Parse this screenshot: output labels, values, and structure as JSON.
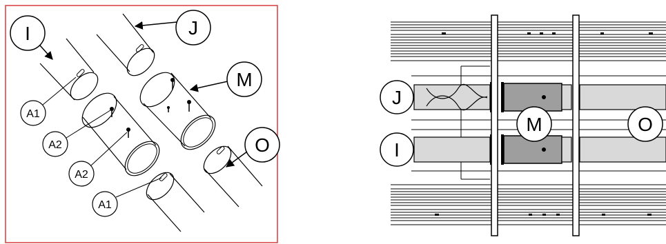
{
  "colors": {
    "frame": "#d93a3a",
    "pipe_light": "#d9d9d9",
    "pipe_dark": "#9e9e9e",
    "line": "#000000"
  },
  "left_panel": {
    "callouts": {
      "I": "I",
      "J": "J",
      "M": "M",
      "O": "O",
      "A1_top": "A1",
      "A2_top": "A2",
      "A2_bottom": "A2",
      "A1_bottom": "A1"
    }
  },
  "right_panel": {
    "callouts": {
      "J": "J",
      "I": "I",
      "M": "M",
      "O": "O"
    }
  }
}
